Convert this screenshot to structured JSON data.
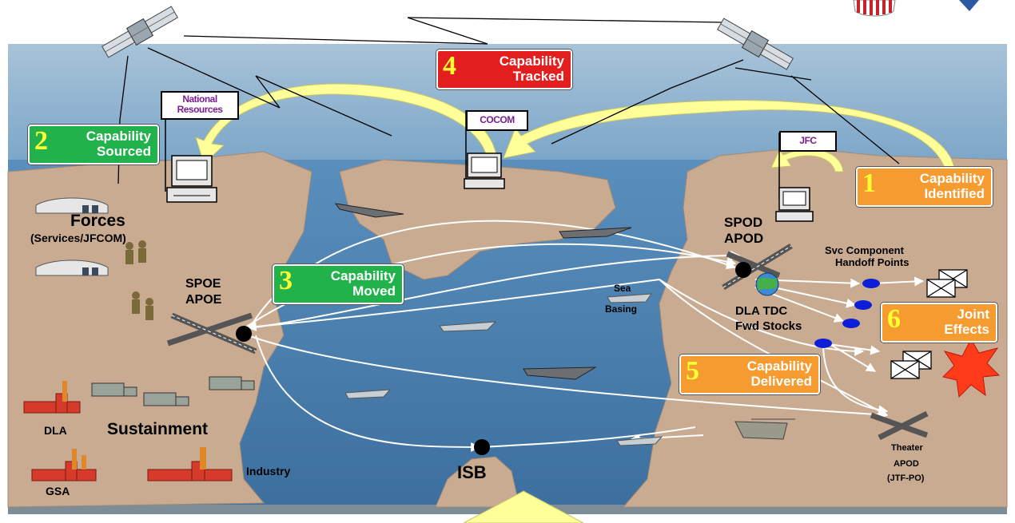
{
  "flags": {
    "national": "National Resources",
    "cocom": "COCOM",
    "jfc": "JFC"
  },
  "capabilities": [
    {
      "num": "1",
      "line1": "Capability",
      "line2": "Identified",
      "color": "#f59b2f"
    },
    {
      "num": "2",
      "line1": "Capability",
      "line2": "Sourced",
      "color": "#22b24c"
    },
    {
      "num": "3",
      "line1": "Capability",
      "line2": "Moved",
      "color": "#22b24c"
    },
    {
      "num": "4",
      "line1": "Capability",
      "line2": "Tracked",
      "color": "#e31e1e"
    },
    {
      "num": "5",
      "line1": "Capability",
      "line2": "Delivered",
      "color": "#f59b2f"
    },
    {
      "num": "6",
      "line1": "Joint",
      "line2": "Effects",
      "color": "#f59b2f"
    }
  ],
  "labels": {
    "forces": "Forces",
    "forces_sub": "(Services/JFCOM)",
    "spoe": "SPOE",
    "apoe": "APOE",
    "spod": "SPOD",
    "apod": "APOD",
    "svc_component": "Svc Component",
    "handoff_points": "Handoff Points",
    "sea": "Sea",
    "basing": "Basing",
    "dla_tdc": "DLA TDC",
    "fwd_stocks": "Fwd Stocks",
    "dla": "DLA",
    "gsa": "GSA",
    "sustainment": "Sustainment",
    "industry": "Industry",
    "isb": "ISB",
    "theater": "Theater",
    "theater_apod": "APOD",
    "jtf_po": "(JTF-PO)"
  }
}
